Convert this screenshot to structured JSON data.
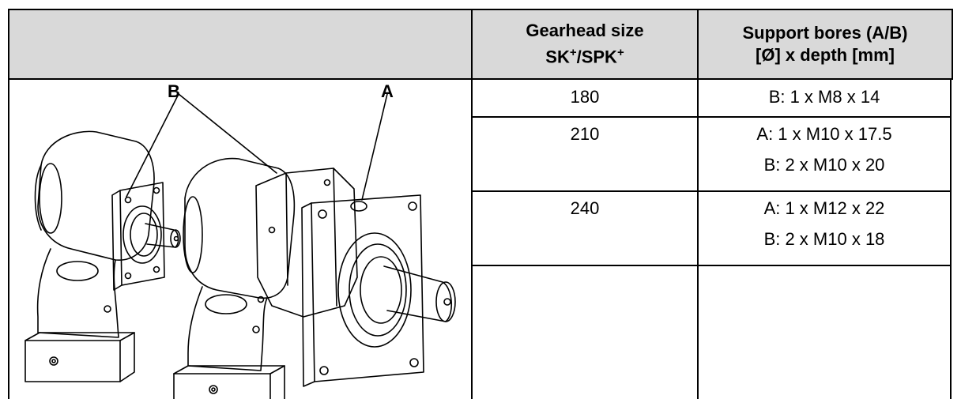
{
  "header": {
    "col2_line1": "Gearhead size",
    "col2_line2_sk": "SK",
    "col2_line2_sep": "/SPK",
    "col2_sup": "+",
    "col3_line1": "Support bores (A/B)",
    "col3_line2": "[Ø] x depth [mm]"
  },
  "figure": {
    "label_a": "A",
    "label_b": "B"
  },
  "rows": [
    {
      "size": "180",
      "bores": [
        "B: 1 x M8 x 14"
      ]
    },
    {
      "size": "210",
      "bores": [
        "A: 1 x M10 x 17.5",
        "B: 2 x M10 x 20"
      ]
    },
    {
      "size": "240",
      "bores": [
        "A: 1 x M12 x 22",
        "B: 2 x M10 x 18"
      ]
    }
  ]
}
